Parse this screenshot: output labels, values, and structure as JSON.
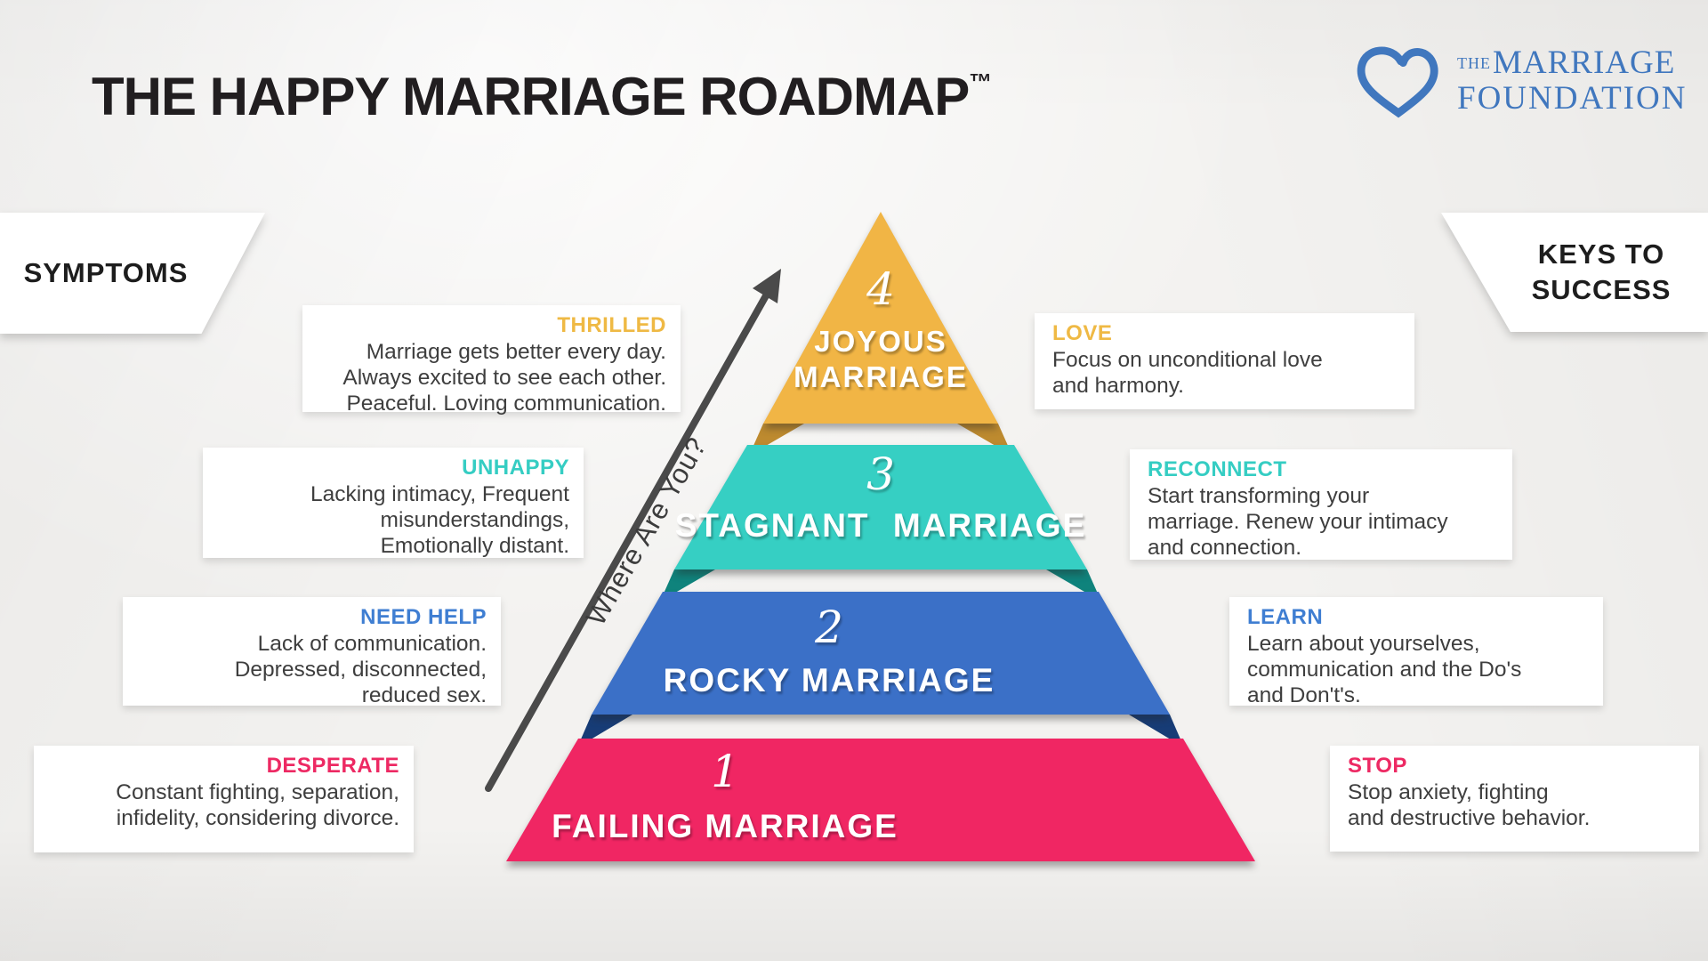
{
  "title": {
    "text": "THE HAPPY MARRIAGE ROADMAP",
    "tm": "™"
  },
  "logo": {
    "the": "THE",
    "marriage": "MARRIAGE",
    "foundation": "FOUNDATION",
    "color": "#4077BE"
  },
  "banners": {
    "symptoms": "SYMPTOMS",
    "keys_line1": "KEYS TO",
    "keys_line2": "SUCCESS"
  },
  "arrow": {
    "label": "Where Are You?",
    "color": "#4A4A4A"
  },
  "pyramid": {
    "levels": [
      {
        "number": "4",
        "name": "JOYOUS MARRIAGE",
        "name_line1": "JOYOUS",
        "name_line2": "MARRIAGE",
        "color": "#F1B545",
        "fold_color": "#BD8A2F"
      },
      {
        "number": "3",
        "name": "STAGNANT MARRIAGE",
        "color": "#36CFC3",
        "fold_color": "#0F837C"
      },
      {
        "number": "2",
        "name": "ROCKY MARRIAGE",
        "color": "#3B70C7",
        "fold_color": "#173C76"
      },
      {
        "number": "1",
        "name": "FAILING MARRIAGE",
        "color": "#F02663"
      }
    ]
  },
  "symptoms": [
    {
      "heading": "THRILLED",
      "color": "#EFB944",
      "lines": [
        "Marriage gets better every day.",
        "Always excited to see each other.",
        "Peaceful. Loving communication."
      ]
    },
    {
      "heading": "UNHAPPY",
      "color": "#35CDC3",
      "lines": [
        "Lacking intimacy, Frequent",
        "misunderstandings,",
        "Emotionally distant."
      ]
    },
    {
      "heading": "NEED HELP",
      "color": "#3F7ED2",
      "lines": [
        "Lack of communication.",
        "Depressed, disconnected,",
        "reduced sex."
      ]
    },
    {
      "heading": "DESPERATE",
      "color": "#ED2963",
      "lines": [
        "Constant fighting, separation,",
        "infidelity, considering divorce."
      ]
    }
  ],
  "keys": [
    {
      "heading": "LOVE",
      "color": "#EFB944",
      "lines": [
        "Focus on unconditional love",
        "and harmony."
      ]
    },
    {
      "heading": "RECONNECT",
      "color": "#35CDC3",
      "lines": [
        "Start transforming your",
        "marriage. Renew your intimacy",
        "and connection."
      ]
    },
    {
      "heading": "LEARN",
      "color": "#3F7ED2",
      "lines": [
        "Learn about yourselves,",
        "communication and the Do's",
        "and Don't's."
      ]
    },
    {
      "heading": "STOP",
      "color": "#ED2963",
      "lines": [
        "Stop anxiety, fighting",
        "and destructive behavior."
      ]
    }
  ]
}
